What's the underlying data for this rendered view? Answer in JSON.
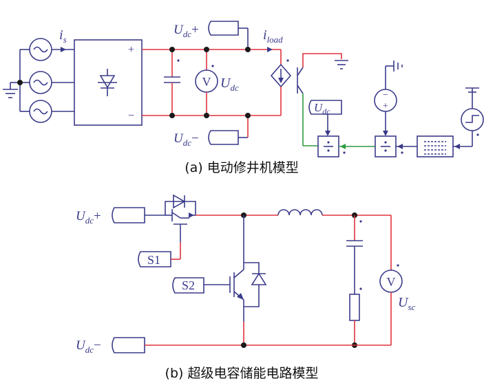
{
  "figure_a": {
    "caption": "(a) 电动修井机模型",
    "current_source": {
      "symbol": "i",
      "sub": "s"
    },
    "current_load": {
      "symbol": "i",
      "sub": "load"
    },
    "rectifier_plus": "+",
    "rectifier_minus": "−",
    "udc_plus_tag": {
      "base": "U",
      "sub": "dc",
      "sign": "+"
    },
    "udc_minus_tag": {
      "base": "U",
      "sub": "dc",
      "sign": "−"
    },
    "voltmeter": "V",
    "voltmeter_label": {
      "base": "U",
      "sub": "dc"
    },
    "udc_tag": {
      "base": "U",
      "sub": "dc"
    }
  },
  "figure_b": {
    "caption": "(b) 超级电容储能电路模型",
    "udc_plus_tag": {
      "base": "U",
      "sub": "dc",
      "sign": "+"
    },
    "udc_minus_tag": {
      "base": "U",
      "sub": "dc",
      "sign": "−"
    },
    "s1": "S1",
    "s2": "S2",
    "voltmeter": "V",
    "usc_label": {
      "base": "U",
      "sub": "sc"
    }
  }
}
